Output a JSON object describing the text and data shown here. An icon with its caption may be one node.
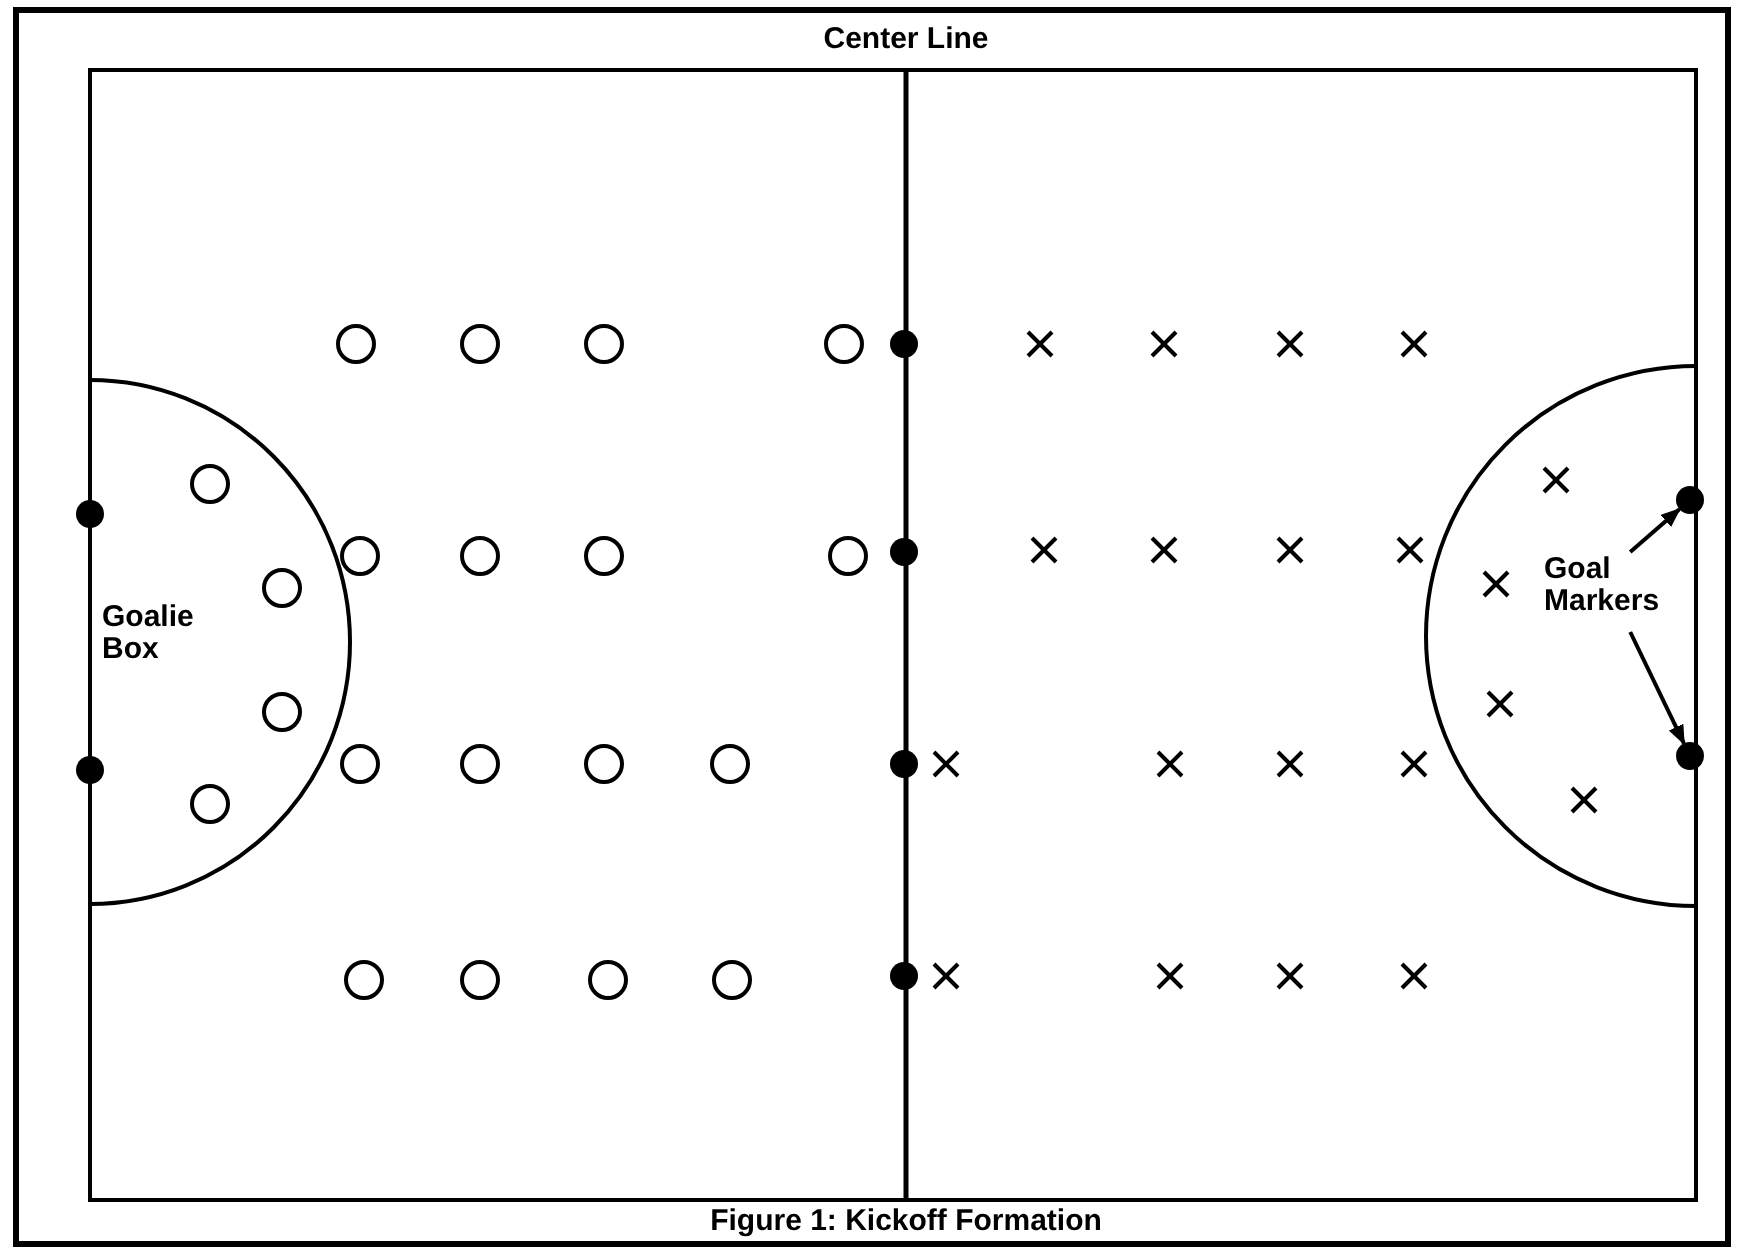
{
  "diagram": {
    "caption": "Figure 1: Kickoff Formation",
    "nodes": [
      {
        "text": [
          "Goalie Box"
        ]
      },
      {
        "text": [
          "Goal Markers"
        ]
      },
      {
        "text": [],
        "shape": "circle"
      },
      {
        "text": [],
        "shape": "circle"
      }
    ],
    "edges": [
      {
        "from": 1,
        "to": 2,
        "arrow": "to"
      },
      {
        "from": 1,
        "to": 3,
        "arrow": "to"
      }
    ],
    "labels": [
      "Center Line"
    ]
  }
}
